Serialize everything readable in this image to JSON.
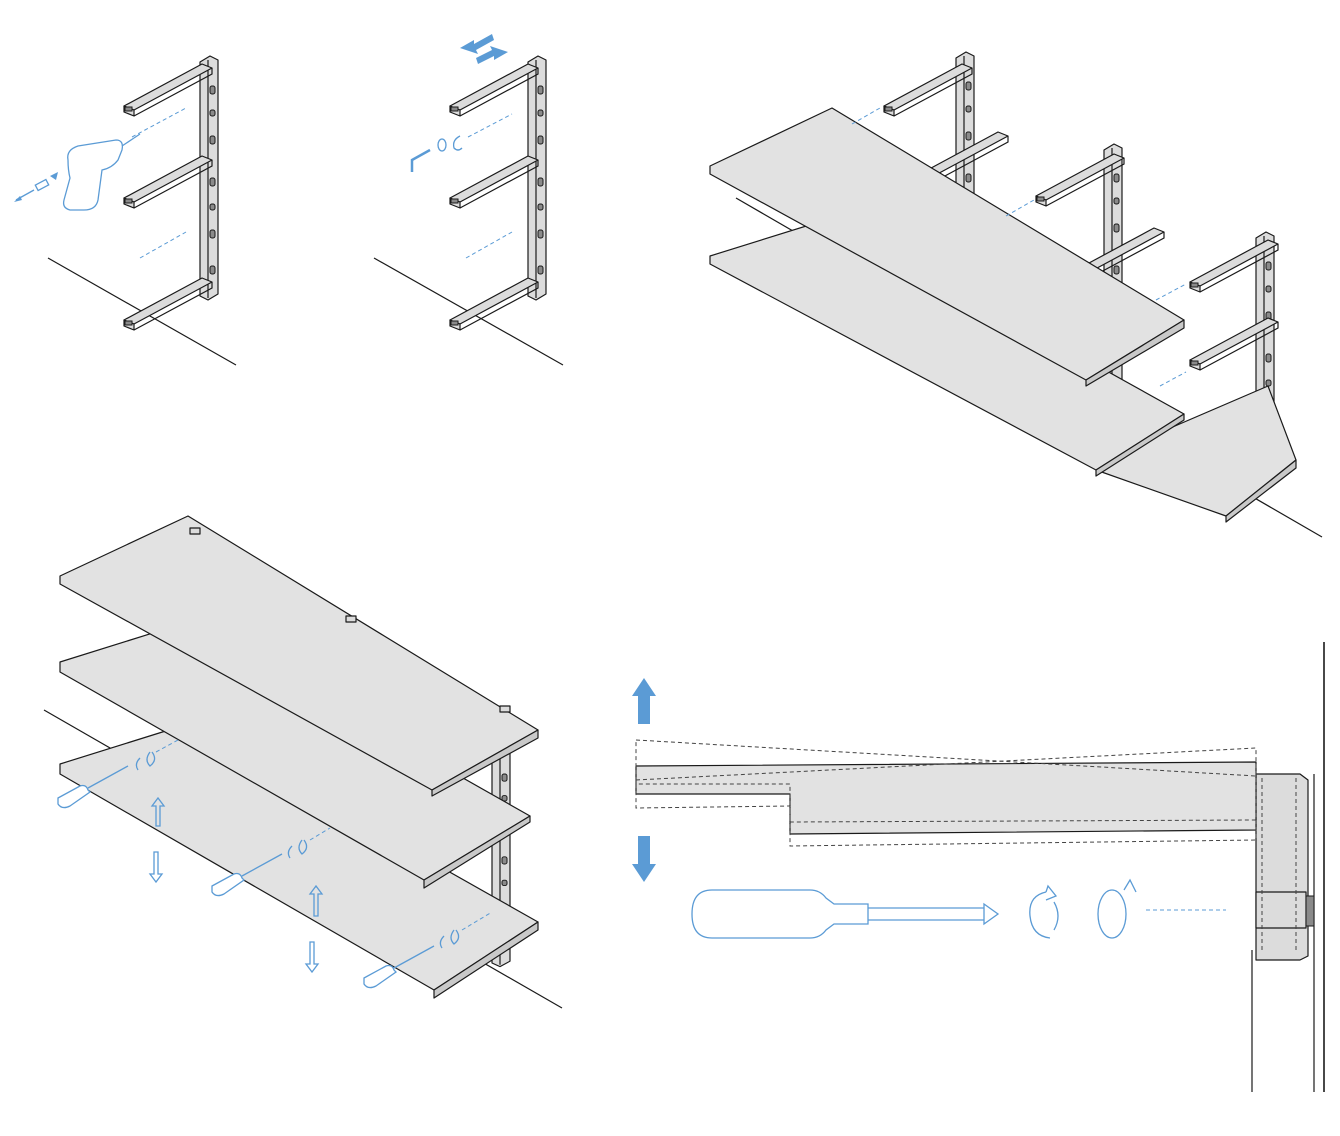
{
  "colors": {
    "accent_blue": "#5b9bd5",
    "line": "#1a1a1a",
    "panel_gray": "#e2e2e2",
    "background": "#ffffff"
  },
  "steps": [
    {
      "id": "step-1",
      "depicts": [
        "wall-bracket",
        "drill-icon",
        "wall-plug-icon",
        "screw-icon"
      ]
    },
    {
      "id": "step-2",
      "depicts": [
        "wall-bracket",
        "allen-key-icon",
        "washer-icon",
        "clip-icon",
        "slide-arrows-icon"
      ]
    },
    {
      "id": "step-3",
      "depicts": [
        "wall-brackets",
        "shelf-panels"
      ]
    },
    {
      "id": "step-4",
      "depicts": [
        "shelf-panels",
        "screwdriver-icon",
        "adjust-up-arrow-icon",
        "adjust-down-arrow-icon"
      ]
    },
    {
      "id": "step-5",
      "depicts": [
        "shelf-side-view",
        "screwdriver-icon",
        "rotate-icon",
        "tilt-up-arrow-icon",
        "tilt-down-arrow-icon"
      ]
    }
  ]
}
